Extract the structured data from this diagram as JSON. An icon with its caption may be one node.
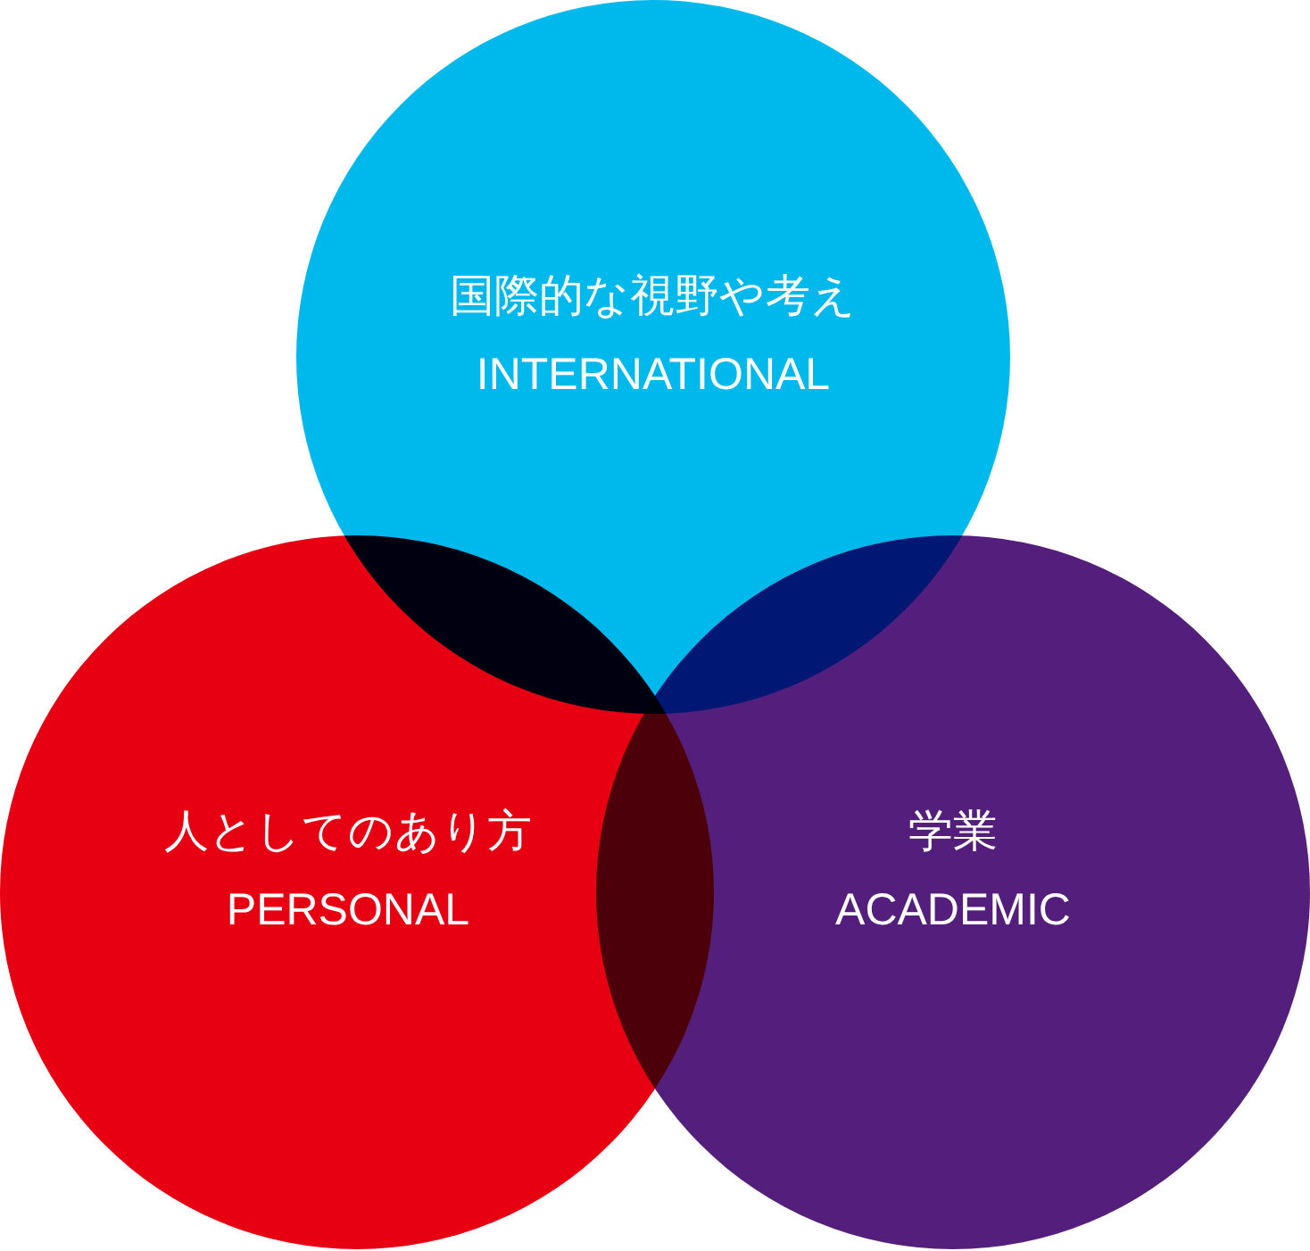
{
  "diagram": {
    "nodes": [
      {
        "text": [
          "国際的な視野や考え",
          "INTERNATIONAL"
        ]
      },
      {
        "text": [
          "人としてのあり方",
          "PERSONAL"
        ]
      },
      {
        "text": [
          "学業",
          "ACADEMIC"
        ]
      }
    ]
  }
}
